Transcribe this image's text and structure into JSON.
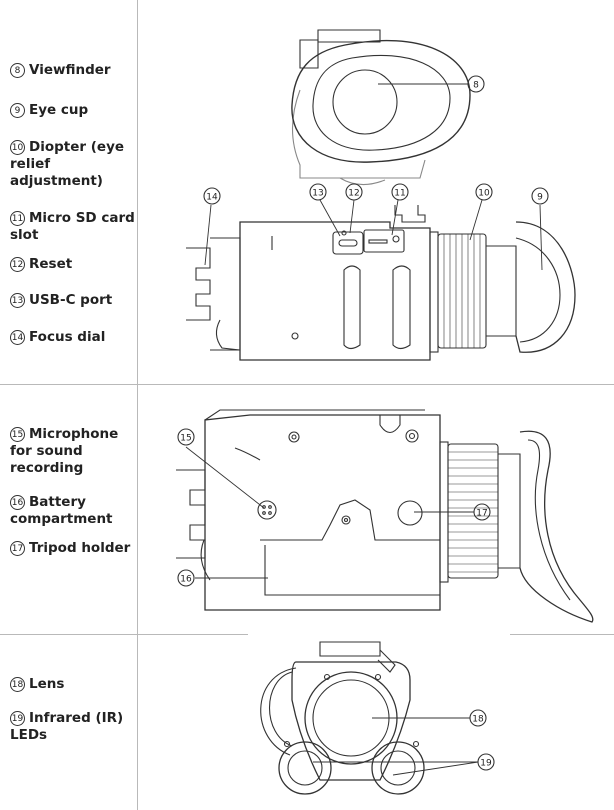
{
  "legend": [
    {
      "num": "8",
      "label": "Viewfinder"
    },
    {
      "num": "9",
      "label": "Eye cup"
    },
    {
      "num": "10",
      "label": "Diopter (eye relief adjustment)"
    },
    {
      "num": "11",
      "label": "Micro SD card slot"
    },
    {
      "num": "12",
      "label": "Reset"
    },
    {
      "num": "13",
      "label": "USB-C port"
    },
    {
      "num": "14",
      "label": "Focus dial"
    },
    {
      "num": "15",
      "label": "Microphone for sound recording"
    },
    {
      "num": "16",
      "label": "Battery compartment"
    },
    {
      "num": "17",
      "label": "Tripod holder"
    },
    {
      "num": "18",
      "label": "Lens"
    },
    {
      "num": "19",
      "label": "Infrared (IR) LEDs"
    }
  ],
  "callouts": [
    "8",
    "9",
    "10",
    "11",
    "12",
    "13",
    "14",
    "15",
    "16",
    "17",
    "18",
    "19"
  ]
}
